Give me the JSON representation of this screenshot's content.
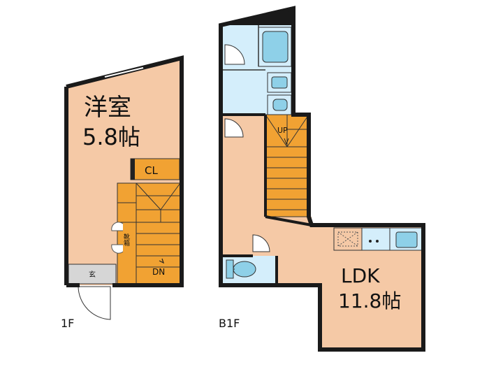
{
  "floor_1f": {
    "room_name": "洋室",
    "room_size": "5.8帖",
    "closet": "CL",
    "shoe_box": "靴箱",
    "entrance": "玄",
    "stairs_label": "DN",
    "floor_label": "1F"
  },
  "floor_b1f": {
    "ldk_name": "LDK",
    "ldk_size": "11.8帖",
    "stairs_label": "UP",
    "floor_label": "B1F"
  },
  "colors": {
    "room_fill": "#f5c9a6",
    "stairs_fill": "#f1a233",
    "wet_area_fill": "#d4eefb",
    "fixture_fill": "#8ed0e8",
    "entrance_fill": "#d6d6d6",
    "wall": "#1a1a1a"
  }
}
